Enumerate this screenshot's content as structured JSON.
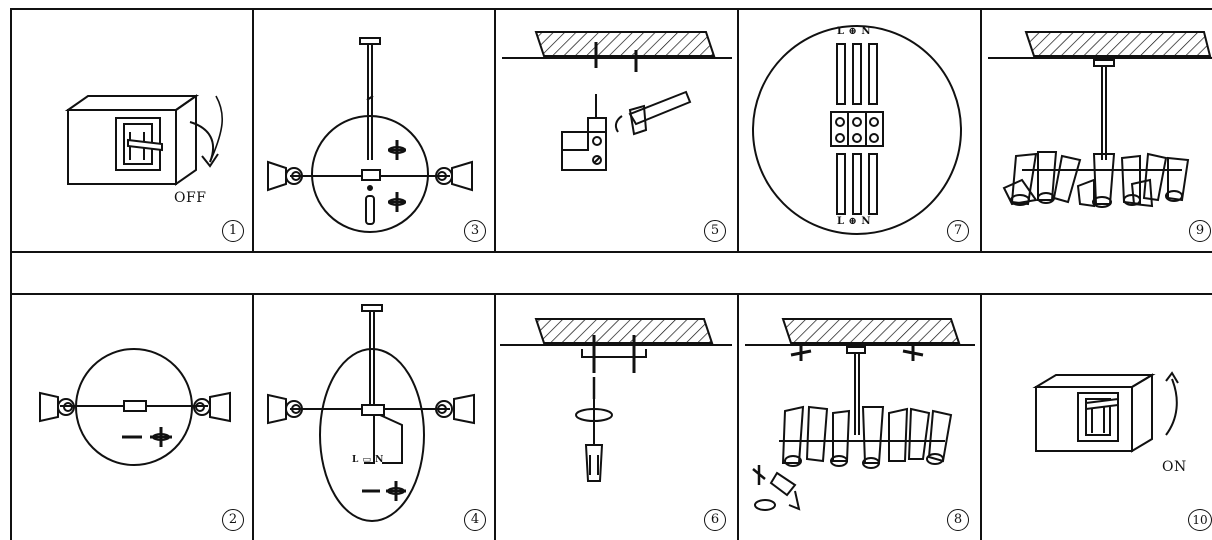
{
  "steps": [
    {
      "number": "1",
      "caption": "OFF"
    },
    {
      "number": "2"
    },
    {
      "number": "3"
    },
    {
      "number": "4"
    },
    {
      "number": "5"
    },
    {
      "number": "6"
    },
    {
      "number": "7",
      "top_terminal": "L ⊕ N",
      "bottom_terminal": "L ⊕ N"
    },
    {
      "number": "8"
    },
    {
      "number": "9"
    },
    {
      "number": "10",
      "caption": "ON"
    }
  ],
  "step4_terminal": "L ▭ N",
  "colors": {
    "line": "#111111",
    "hatch": "#111111",
    "background": "#ffffff"
  }
}
